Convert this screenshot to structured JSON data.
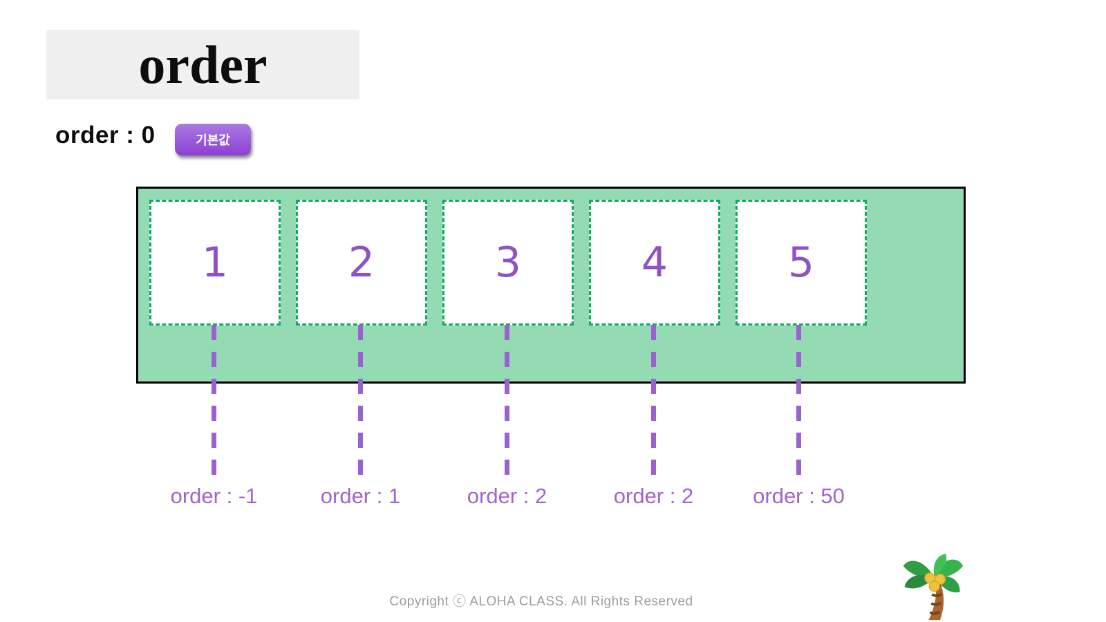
{
  "header": {
    "title": "order"
  },
  "subtitle": {
    "property_label": "order : 0",
    "badge_label": "기본값"
  },
  "flex_demo": {
    "items": [
      {
        "number": "1",
        "order_label": "order : -1"
      },
      {
        "number": "2",
        "order_label": "order : 1"
      },
      {
        "number": "3",
        "order_label": "order : 2"
      },
      {
        "number": "4",
        "order_label": "order : 2"
      },
      {
        "number": "5",
        "order_label": "order : 50"
      }
    ]
  },
  "footer": {
    "copyright": "Copyright ⓒ ALOHA CLASS. All Rights Reserved"
  },
  "icons": {
    "palm_tree": "palm-tree-icon"
  },
  "colors": {
    "title_block_bg": "#f0f0f0",
    "container_bg": "#94dbb4",
    "container_border": "#000000",
    "box_dash_green": "#10ab5e",
    "number_purple": "#8e52c4",
    "dash_purple": "#9c61d1",
    "label_purple": "#a263ce",
    "badge_gradient_top": "#ab7ae3",
    "badge_gradient_bottom": "#8c3fd3",
    "copyright_gray": "#9c9c9c"
  }
}
